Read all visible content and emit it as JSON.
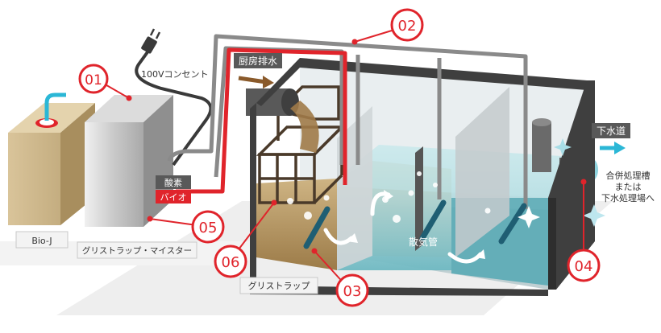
{
  "callouts": [
    {
      "id": "01",
      "target": "bio-j-box"
    },
    {
      "id": "02",
      "target": "pipe-bundle"
    },
    {
      "id": "03",
      "target": "diffuser-pipe"
    },
    {
      "id": "04",
      "target": "outlet-pipe"
    },
    {
      "id": "05",
      "target": "grease-trap-meister"
    },
    {
      "id": "06",
      "target": "basket-filter"
    }
  ],
  "labels": {
    "outlet_100v": "100Vコンセント",
    "kitchen_drain": "厨房排水",
    "sewer": "下水道",
    "outlet_destination": [
      "合併処理槽",
      "または",
      "下水処理場へ"
    ],
    "oxygen": "酸素",
    "bio": "バイオ",
    "diffuser": "散気管",
    "bio_j": "Bio-J",
    "meister": "グリストラップ・マイスター",
    "grease_trap": "グリストラップ"
  },
  "colors": {
    "accent_red": "#e0242b",
    "pipe_gray": "#8a8a8a",
    "tank_frame": "#3f3f3f",
    "water": "#a9dde2",
    "sludge": "#c9a872",
    "arrow_cyan": "#2bb7d6",
    "arrow_brown": "#8a5a2b"
  }
}
